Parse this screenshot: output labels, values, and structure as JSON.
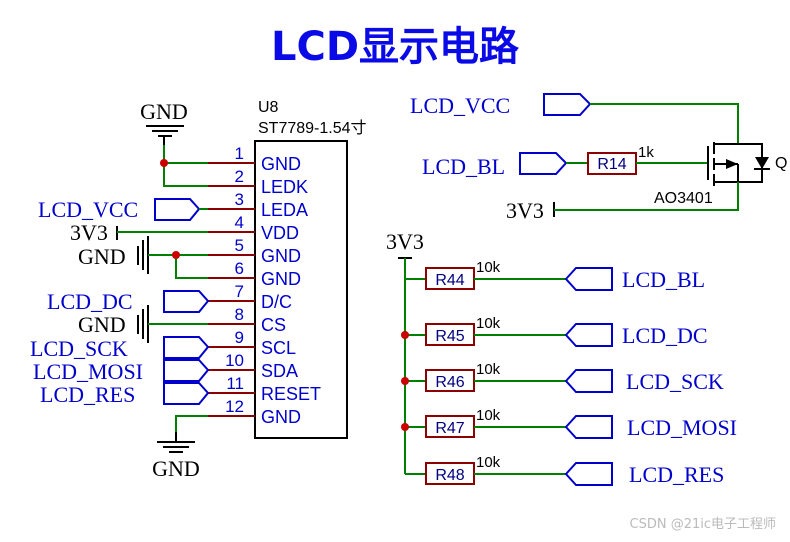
{
  "title": "LCD显示电路",
  "chip": {
    "designator": "U8",
    "part": "ST7789-1.54寸",
    "pins": [
      {
        "num": "1",
        "name": "GND"
      },
      {
        "num": "2",
        "name": "LEDK"
      },
      {
        "num": "3",
        "name": "LEDA"
      },
      {
        "num": "4",
        "name": "VDD"
      },
      {
        "num": "5",
        "name": "GND"
      },
      {
        "num": "6",
        "name": "GND"
      },
      {
        "num": "7",
        "name": "D/C"
      },
      {
        "num": "8",
        "name": "CS"
      },
      {
        "num": "9",
        "name": "SCL"
      },
      {
        "num": "10",
        "name": "SDA"
      },
      {
        "num": "11",
        "name": "RESET"
      },
      {
        "num": "12",
        "name": "GND"
      }
    ]
  },
  "left_nets": {
    "gnd_top": "GND",
    "lcd_vcc": "LCD_VCC",
    "v3v3": "3V3",
    "gnd_5": "GND",
    "lcd_dc": "LCD_DC",
    "gnd_8": "GND",
    "lcd_sck": "LCD_SCK",
    "lcd_mosi": "LCD_MOSI",
    "lcd_res": "LCD_RES",
    "gnd_bottom": "GND"
  },
  "mosfet_circuit": {
    "vcc_net": "LCD_VCC",
    "bl_net": "LCD_BL",
    "resistor": "R14",
    "resistor_value": "1k",
    "supply": "3V3",
    "mosfet_part": "AO3401",
    "mosfet_designator": "Q"
  },
  "pullups": {
    "supply": "3V3",
    "resistors": [
      {
        "ref": "R44",
        "value": "10k",
        "net": "LCD_BL"
      },
      {
        "ref": "R45",
        "value": "10k",
        "net": "LCD_DC"
      },
      {
        "ref": "R46",
        "value": "10k",
        "net": "LCD_SCK"
      },
      {
        "ref": "R47",
        "value": "10k",
        "net": "LCD_MOSI"
      },
      {
        "ref": "R48",
        "value": "10k",
        "net": "LCD_RES"
      }
    ]
  },
  "watermark": "CSDN @21ic电子工程师"
}
